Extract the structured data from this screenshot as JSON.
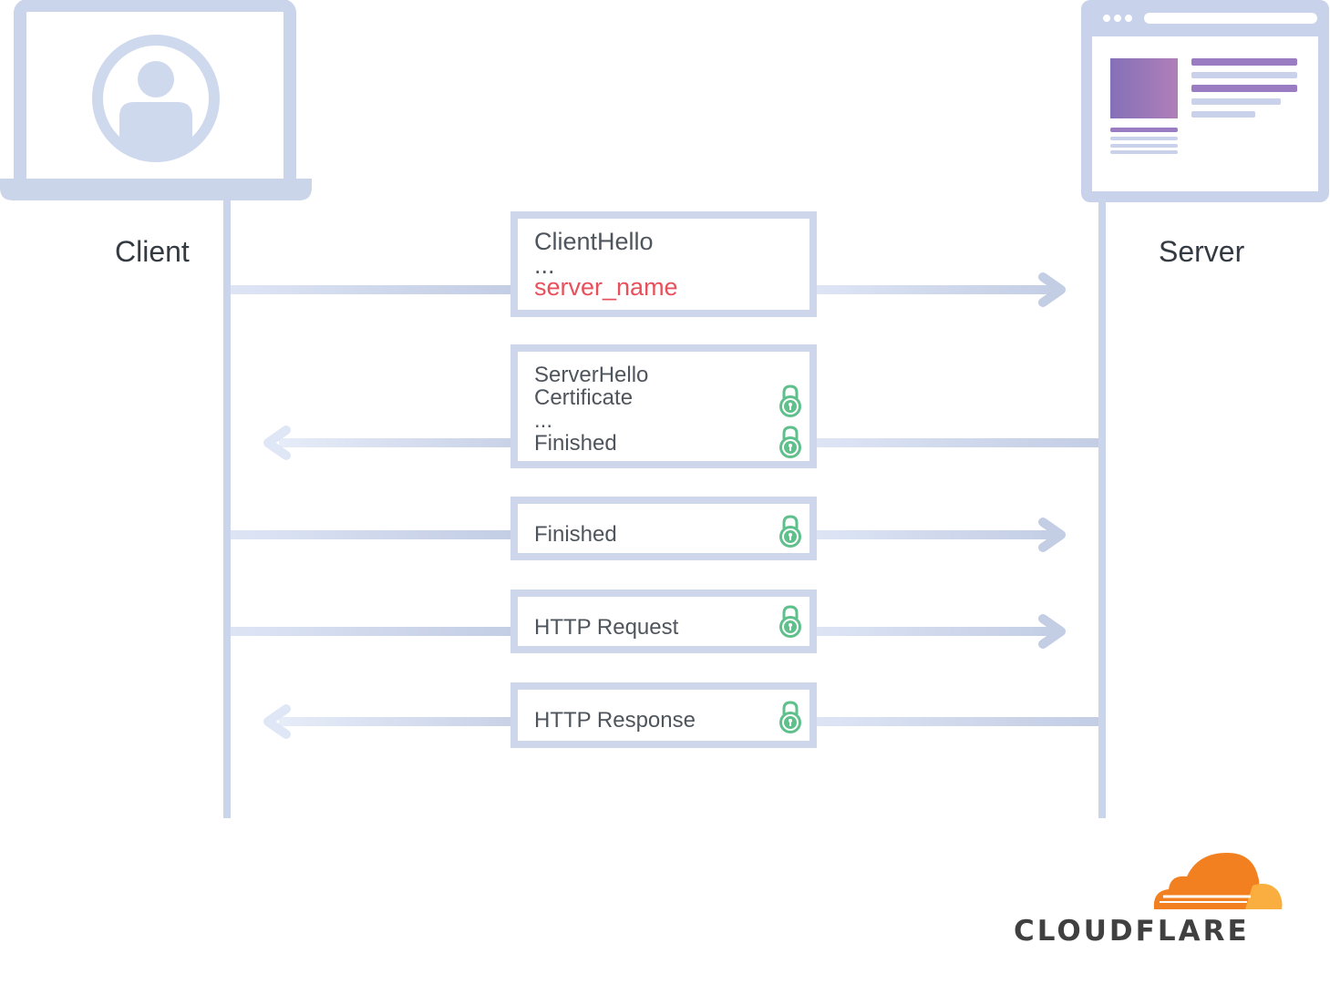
{
  "endpoints": {
    "client": {
      "label": "Client",
      "icon": "user-laptop-icon"
    },
    "server": {
      "label": "Server",
      "icon": "browser-window-icon"
    }
  },
  "messages": [
    {
      "id": "client-hello",
      "direction": "to-server",
      "lines": [
        "ClientHello",
        "...",
        "server_name"
      ],
      "highlight_line": 2,
      "locks": []
    },
    {
      "id": "server-hello",
      "direction": "to-client",
      "lines": [
        "ServerHello",
        "Certificate",
        "...",
        "Finished"
      ],
      "locks": [
        1,
        3
      ]
    },
    {
      "id": "client-finished",
      "direction": "to-server",
      "lines": [
        "Finished"
      ],
      "locks": [
        0
      ]
    },
    {
      "id": "http-request",
      "direction": "to-server",
      "lines": [
        "HTTP Request"
      ],
      "locks": [
        0
      ]
    },
    {
      "id": "http-response",
      "direction": "to-client",
      "lines": [
        "HTTP Response"
      ],
      "locks": [
        0
      ]
    }
  ],
  "colors": {
    "line": "#cdd6ea",
    "highlight": "#e8505b",
    "lock": "#5fc08c",
    "cloud_dark": "#f38020",
    "cloud_light": "#faae40"
  },
  "logo": {
    "wordmark": "CLOUDFLARE",
    "icon": "cloudflare-cloud-icon"
  }
}
